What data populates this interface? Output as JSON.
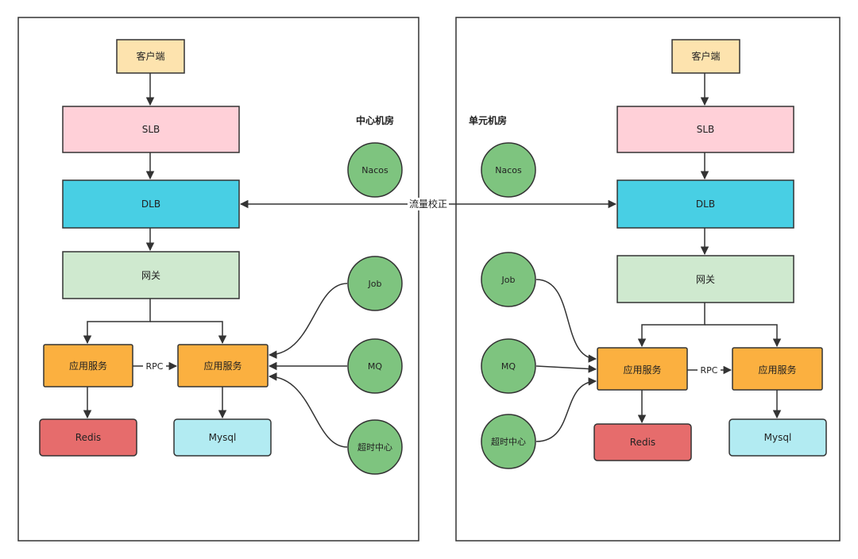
{
  "center_dc": {
    "title": "中心机房",
    "client": "客户端",
    "slb": "SLB",
    "dlb": "DLB",
    "gateway": "网关",
    "app_service_a": "应用服务",
    "app_service_b": "应用服务",
    "rpc": "RPC",
    "redis": "Redis",
    "mysql": "Mysql",
    "nacos": "Nacos",
    "job": "Job",
    "mq": "MQ",
    "timeout_center": "超时中心"
  },
  "unit_dc": {
    "title": "单元机房",
    "client": "客户端",
    "slb": "SLB",
    "dlb": "DLB",
    "gateway": "网关",
    "app_service_a": "应用服务",
    "app_service_b": "应用服务",
    "rpc": "RPC",
    "redis": "Redis",
    "mysql": "Mysql",
    "nacos": "Nacos",
    "job": "Job",
    "mq": "MQ",
    "timeout_center": "超时中心"
  },
  "link_label": "流量校正",
  "colors": {
    "client": "#fde3ae",
    "slb": "#ffd0d8",
    "dlb": "#48cfe4",
    "gateway": "#cfe9cf",
    "app": "#fbb040",
    "redis": "#e66c6c",
    "mysql": "#b2ebf2",
    "circle": "#7ec47f",
    "line": "#333333"
  }
}
